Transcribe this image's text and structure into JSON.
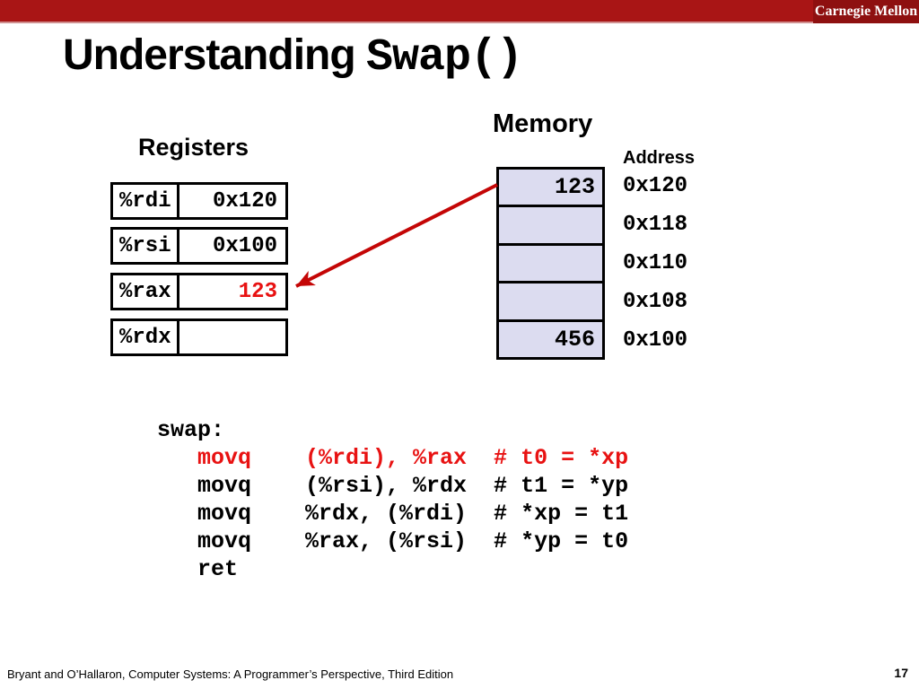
{
  "banner": {
    "brand": "Carnegie Mellon"
  },
  "title": {
    "prefix": "Understanding ",
    "code": "Swap()"
  },
  "registers": {
    "heading": "Registers",
    "rows": [
      {
        "name": "%rdi",
        "value": "0x120",
        "value_color": "#000000"
      },
      {
        "name": "%rsi",
        "value": "0x100",
        "value_color": "#000000"
      },
      {
        "name": "%rax",
        "value": "123",
        "value_color": "#e81212"
      },
      {
        "name": "%rdx",
        "value": "",
        "value_color": "#000000"
      }
    ]
  },
  "memory": {
    "heading": "Memory",
    "address_label": "Address",
    "cells": [
      {
        "value": "123",
        "address": "0x120"
      },
      {
        "value": "",
        "address": "0x118"
      },
      {
        "value": "",
        "address": "0x110"
      },
      {
        "value": "",
        "address": "0x108"
      },
      {
        "value": "456",
        "address": "0x100"
      }
    ]
  },
  "code": {
    "lines": [
      {
        "text": "swap:",
        "color": "#000000"
      },
      {
        "text": "   movq    (%rdi), %rax  # t0 = *xp",
        "color": "#e81212"
      },
      {
        "text": "   movq    (%rsi), %rdx  # t1 = *yp",
        "color": "#000000"
      },
      {
        "text": "   movq    %rdx, (%rdi)  # *xp = t1",
        "color": "#000000"
      },
      {
        "text": "   movq    %rax, (%rsi)  # *yp = t0",
        "color": "#000000"
      },
      {
        "text": "   ret",
        "color": "#000000"
      }
    ]
  },
  "footer": {
    "citation": "Bryant and O’Hallaron, Computer Systems: A Programmer’s Perspective, Third Edition",
    "page": "17"
  },
  "colors": {
    "banner_red": "#a91515",
    "banner_dark_red": "#8e1010",
    "banner_edge_pink": "#d09090",
    "accent_red": "#e81212",
    "arrow_red": "#c40606",
    "memory_cell_fill": "#dcdcf0",
    "ink": "#000000"
  }
}
